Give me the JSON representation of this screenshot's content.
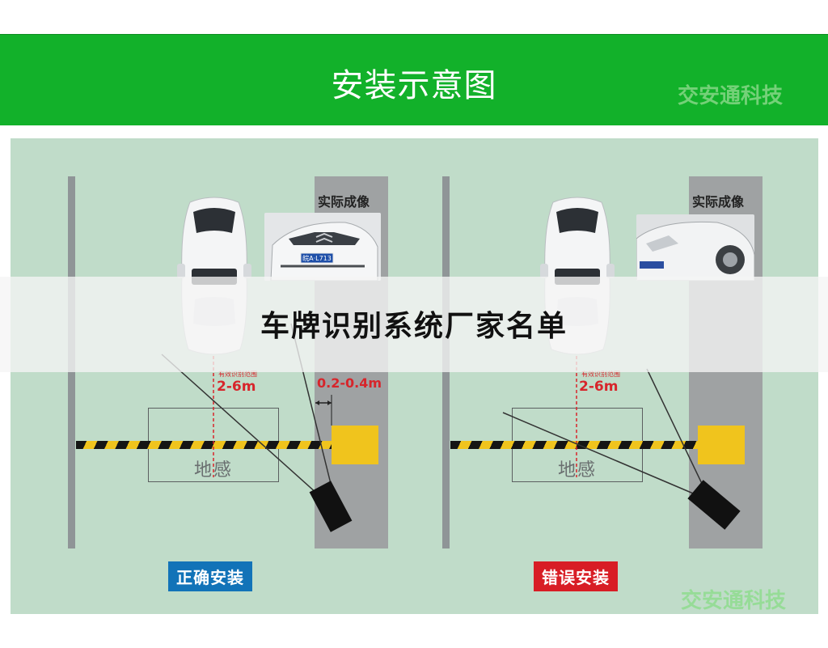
{
  "header": {
    "title": "安装示意图",
    "watermark": "交安通科技"
  },
  "footer": {
    "watermark": "交安通科技"
  },
  "left_panel": {
    "photo_label": "实际成像",
    "plate_text": "皖A·L713",
    "range_small": "有效识别范围",
    "range_value": "2-6m",
    "gap_value": "0.2-0.4m",
    "loop_label": "地感",
    "badge": "正确安装"
  },
  "right_panel": {
    "photo_label": "实际成像",
    "range_small": "有效识别范围",
    "range_value": "2-6m",
    "loop_label": "地感",
    "badge": "错误安装"
  },
  "overlay": {
    "title": "车牌识别系统厂家名单"
  },
  "colors": {
    "header_green": "#12b12a",
    "panel_bg": "#c0dcc9",
    "barrier_yellow": "#f0c41d",
    "ok_blue": "#1273b8",
    "bad_red": "#d81d25",
    "range_red": "#d7252b"
  }
}
